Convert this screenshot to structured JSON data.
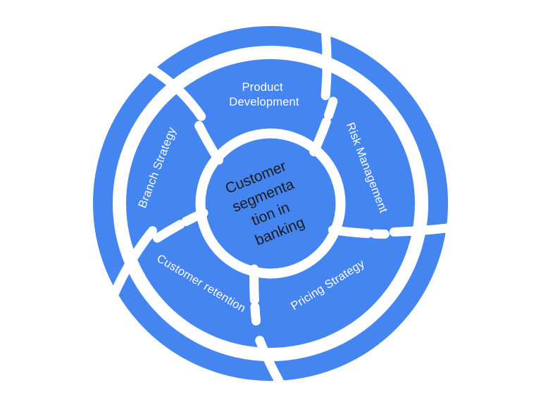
{
  "colors": {
    "primary": "#4585F0",
    "canvas": "#ffffff",
    "label": "#ffffff",
    "center_text": "#1c1c1c"
  },
  "center": {
    "label": "Customer segmentation in banking",
    "lines": [
      "Customer",
      "segmenta",
      "tion in",
      "banking"
    ]
  },
  "segments": [
    {
      "id": "product-development",
      "label": "Product Development",
      "lines": [
        "Product",
        "Development"
      ]
    },
    {
      "id": "risk-management",
      "label": "Risk Management"
    },
    {
      "id": "pricing-strategy",
      "label": "Pricing Strategy"
    },
    {
      "id": "customer-retention",
      "label": "Customer retention"
    },
    {
      "id": "branch-strategy",
      "label": "Branch Strategy"
    }
  ]
}
